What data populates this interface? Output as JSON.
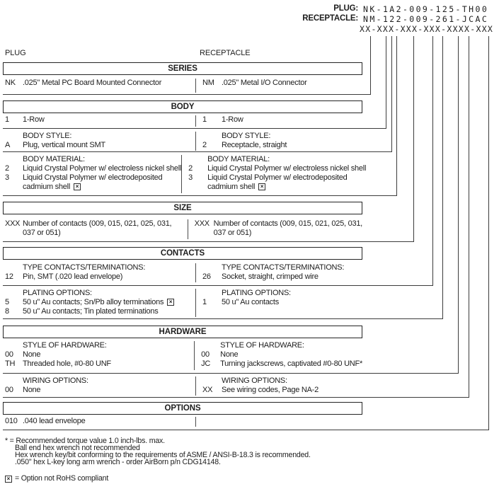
{
  "part_numbers": {
    "plug_label": "PLUG:",
    "plug_value": "NK-1A2-009-125-TH00",
    "receptacle_label": "RECEPTACLE:",
    "receptacle_value": "NM-122-009-261-JCAC",
    "pattern": "XX-XXX-XXX-XXX-XXXX-XXX"
  },
  "column_labels": {
    "left": "PLUG",
    "right": "RECEPTACLE"
  },
  "icons": {
    "not_rohs": "×"
  },
  "sections": {
    "series": {
      "title": "SERIES",
      "left": {
        "code": "NK",
        "desc": ".025\" Metal PC Board Mounted Connector"
      },
      "right": {
        "code": "NM",
        "desc": ".025\" Metal I/O Connector"
      }
    },
    "body": {
      "title": "BODY",
      "row": {
        "left": {
          "code": "1",
          "desc": "1-Row"
        },
        "right": {
          "code": "1",
          "desc": "1-Row"
        }
      },
      "style": {
        "heading": "BODY STYLE:",
        "left": {
          "code": "A",
          "desc": "Plug, vertical mount SMT"
        },
        "right": {
          "code": "2",
          "desc": "Receptacle, straight"
        }
      },
      "material": {
        "heading": "BODY MATERIAL:",
        "left": {
          "options": [
            {
              "code": "2",
              "desc": "Liquid Crystal Polymer w/ electroless nickel shell"
            },
            {
              "code": "3",
              "line1": "Liquid Crystal Polymer w/ electrodeposited",
              "line2": "cadmium shell"
            }
          ]
        },
        "right": {
          "options": [
            {
              "code": "2",
              "desc": "Liquid Crystal Polymer w/ electroless nickel shell"
            },
            {
              "code": "3",
              "line1": "Liquid Crystal Polymer w/ electrodeposited",
              "line2": "cadmium shell"
            }
          ]
        }
      }
    },
    "size": {
      "title": "SIZE",
      "left": {
        "code": "XXX",
        "line1": "Number of contacts (009, 015, 021, 025, 031,",
        "line2": "037 or 051)"
      },
      "right": {
        "code": "XXX",
        "line1": "Number of contacts (009, 015, 021, 025, 031,",
        "line2": "037 or 051)"
      }
    },
    "contacts": {
      "title": "CONTACTS",
      "type": {
        "heading": "TYPE CONTACTS/TERMINATIONS:",
        "left": {
          "code": "12",
          "desc": "Pin, SMT (.020 lead envelope)"
        },
        "right": {
          "code": "26",
          "desc": "Socket, straight, crimped wire"
        }
      },
      "plating": {
        "heading": "PLATING OPTIONS:",
        "left": {
          "options": [
            {
              "code": "5",
              "desc": "50 u\" Au contacts; Sn/Pb alloy terminations"
            },
            {
              "code": "8",
              "desc": "50 u\" Au contacts; Tin plated terminations"
            }
          ]
        },
        "right": {
          "options": [
            {
              "code": "1",
              "desc": "50 u\" Au contacts"
            }
          ]
        }
      }
    },
    "hardware": {
      "title": "HARDWARE",
      "style": {
        "heading": "STYLE OF HARDWARE:",
        "left": {
          "options": [
            {
              "code": "00",
              "desc": "None"
            },
            {
              "code": "TH",
              "desc": "Threaded hole, #0-80 UNF"
            }
          ]
        },
        "right": {
          "options": [
            {
              "code": "00",
              "desc": "None"
            },
            {
              "code": "JC",
              "desc": "Turning jackscrews, captivated #0-80 UNF*"
            }
          ]
        }
      },
      "wiring": {
        "heading": "WIRING OPTIONS:",
        "left": {
          "code": "00",
          "desc": "None"
        },
        "right": {
          "code": "XX",
          "desc": "See wiring codes, Page NA-2"
        }
      }
    },
    "options": {
      "title": "OPTIONS",
      "left": {
        "code": "010",
        "desc": ".040 lead envelope"
      }
    }
  },
  "footnotes": {
    "line1": "* = Recommended torque value 1.0 inch-lbs. max.",
    "line2": "Ball end hex wrench not recommended",
    "line3": "Hex wrench key/bit conforming to the requirements of ASME / ANSI-B-18.3 is recommended.",
    "line4": ".050\" hex L-key long arm wrench - order AirBorn p/n CDG14148.",
    "legend": "= Option not RoHS compliant"
  }
}
